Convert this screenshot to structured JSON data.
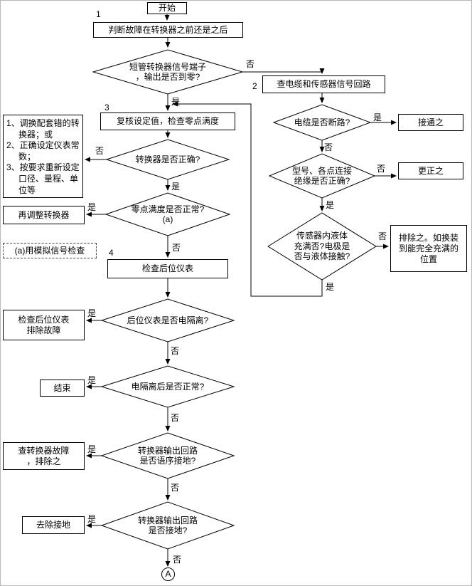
{
  "labels": {
    "yes": "是",
    "no": "否"
  },
  "nodes": {
    "start": "开始",
    "num1": "1",
    "num2": "2",
    "num3": "3",
    "num4": "4",
    "judge": "判断故障在转换器之前还是之后",
    "d_zero": {
      "l1": "短管转换器信号端子",
      "l2": "，输出是否到零?"
    },
    "check_cable": "查电缆和传感器信号回路",
    "recheck": "复核设定值，检查零点满度",
    "d_converter": "转换器是否正确?",
    "fix_list": {
      "item1": "1、调换配套错的转换器；或",
      "item2": "2、正确设定仪表常数；",
      "item3": "3、按要求重新设定口径、量程、单位等"
    },
    "d_zero_span": {
      "l1": "零点满度是否正常?",
      "l2": "(a)"
    },
    "readjust": "再调整转换器",
    "note_a": "(a)用模拟信号检查",
    "check_after": "检查后位仪表",
    "d_isolated": "后位仪表是否电隔离?",
    "fix_after": {
      "l1": "检查后位仪表",
      "l2": "排除故障"
    },
    "d_normal_after": "电隔离后是否正常?",
    "end": "结束",
    "d_ground_seq": {
      "l1": "转换器输出回路",
      "l2": "是否语序接地?"
    },
    "fix_converter": {
      "l1": "查转换器故障",
      "l2": "，排除之"
    },
    "d_grounded": {
      "l1": "转换器输出回路",
      "l2": "是否接地?"
    },
    "remove_ground": "去除接地",
    "d_cable": "电缆是否断路?",
    "connect": "接通之",
    "d_insulation": {
      "l1": "型号、各点连接",
      "l2": "绝缘是否正确?"
    },
    "correct": "更正之",
    "d_liquid": {
      "l1": "传感器内液体",
      "l2": "充满否?电极是",
      "l3": "否与液体接触?"
    },
    "relocate": {
      "l1": "排除之。如换装",
      "l2": "到能完全充满的",
      "l3": "位置"
    },
    "connector_a": "A"
  }
}
